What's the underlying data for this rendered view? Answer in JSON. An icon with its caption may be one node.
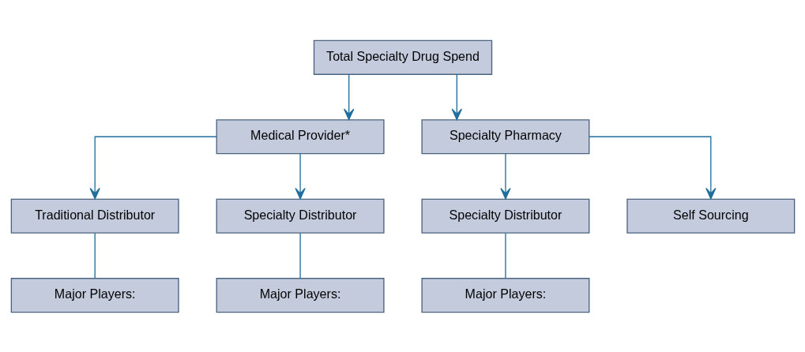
{
  "diagram": {
    "nodes": [
      {
        "text": [
          "Total Specialty Drug Spend"
        ]
      },
      {
        "text": [
          "Medical Provider*"
        ]
      },
      {
        "text": [
          "Specialty Pharmacy"
        ]
      },
      {
        "text": [
          "Traditional Distributor"
        ]
      },
      {
        "text": [
          "Specialty Distributor"
        ]
      },
      {
        "text": [
          "Specialty Distributor"
        ]
      },
      {
        "text": [
          "Self Sourcing"
        ]
      },
      {
        "text": [
          "Major Players:"
        ]
      },
      {
        "text": [
          "Major Players:"
        ]
      },
      {
        "text": [
          "Major Players:"
        ]
      }
    ],
    "edges": [
      {
        "from": 0,
        "to": 1,
        "arrow": "to"
      },
      {
        "from": 0,
        "to": 2,
        "arrow": "to"
      },
      {
        "from": 1,
        "to": 3,
        "arrow": "to"
      },
      {
        "from": 1,
        "to": 4,
        "arrow": "to"
      },
      {
        "from": 2,
        "to": 5,
        "arrow": "to"
      },
      {
        "from": 2,
        "to": 6,
        "arrow": "to"
      },
      {
        "from": 3,
        "to": 7,
        "arrow": "none"
      },
      {
        "from": 4,
        "to": 8,
        "arrow": "none"
      },
      {
        "from": 5,
        "to": 9,
        "arrow": "none"
      }
    ]
  }
}
